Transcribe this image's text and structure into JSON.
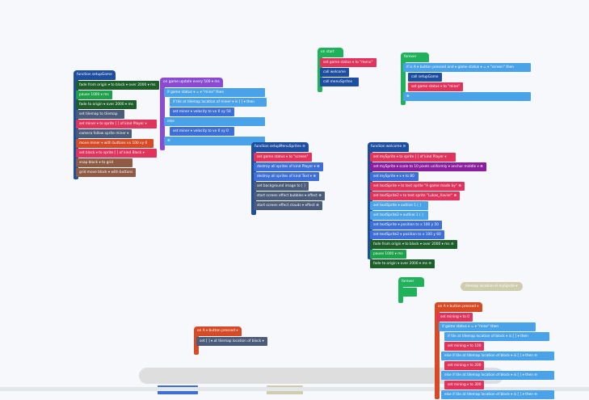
{
  "colors": {
    "function": "#1e4ea0",
    "event_green": "#1fb25a",
    "dark_green": "#1d5e2a",
    "green": "#1fa04a",
    "variables": "#e0345c",
    "scene": "#4b5b7a",
    "logic": "#4aa3e8",
    "loops_purple": "#8b4bd1",
    "controller": "#d64a25",
    "tiles": "#8e5c45",
    "sprites_blue": "#3e6fd6",
    "effects": "#8a1e9e",
    "reporter": "#cfcdae"
  },
  "stacks": [
    {
      "name": "function-setupgame",
      "rows": [
        {
          "text": "function setupGame",
          "color": "#1e4ea0"
        },
        {
          "text": "fade from origin ▾ to black ▾ over 2000 ▾ ms",
          "color": "#1d5e2a"
        },
        {
          "text": "pause 1000 ▾ ms",
          "color": "#1fa04a"
        },
        {
          "text": "fade to origin ▾ over 2000 ▾ ms",
          "color": "#1d5e2a"
        },
        {
          "text": "set tilemap to tilemap",
          "color": "#4b5b7a"
        },
        {
          "text": "set miner ▾ to sprite [ ] of kind Player ▾",
          "color": "#e0345c"
        },
        {
          "text": "camera follow sprite miner ▾",
          "color": "#4b5b7a"
        },
        {
          "text": "move miner ▾ with buttons vx 100 vy 0",
          "color": "#d64a25"
        },
        {
          "text": "set block ▾ to sprite [ ] of kind Block ▾",
          "color": "#e0345c"
        },
        {
          "text": "snap block ▾ to grid",
          "color": "#8e5c45"
        },
        {
          "text": "grid move block ▾ with buttons",
          "color": "#8e5c45"
        }
      ]
    },
    {
      "name": "on-game-update",
      "rows": [
        {
          "text": "on game update every 500 ▾ ms",
          "color": "#8b4bd1"
        },
        {
          "text": "if   game status ▾ = ▾ \"mine\"   then",
          "color": "#4aa3e8"
        },
        {
          "text": "if   tile at tilemap location of miner ▾ is [ ] ▾   then",
          "color": "#4aa3e8"
        },
        {
          "text": "set miner ▾ velocity to vx 0 vy 50",
          "color": "#3e6fd6"
        },
        {
          "text": "else",
          "color": "#4aa3e8"
        },
        {
          "text": "set miner ▾ velocity to vx 0 vy 0",
          "color": "#3e6fd6"
        },
        {
          "text": "⊕",
          "color": "#4aa3e8"
        }
      ]
    },
    {
      "name": "on-start",
      "rows": [
        {
          "text": "on start",
          "color": "#1fb25a"
        },
        {
          "text": "set game status ▾ to \"menu\"",
          "color": "#e0345c"
        },
        {
          "text": "call welcome",
          "color": "#1e4ea0"
        },
        {
          "text": "call menuSprites",
          "color": "#1e4ea0"
        }
      ]
    },
    {
      "name": "forever-1",
      "rows": [
        {
          "text": "forever",
          "color": "#1fb25a"
        },
        {
          "text": "if   is A ▾ button pressed   and ▾   game status ▾ = ▾ \"screen\"   then",
          "color": "#4aa3e8"
        },
        {
          "text": "call setupGame",
          "color": "#1e4ea0"
        },
        {
          "text": "set game status ▾ to \"mine\"",
          "color": "#e0345c"
        },
        {
          "text": "⊕",
          "color": "#4aa3e8"
        }
      ]
    },
    {
      "name": "function-setupmenusprites",
      "rows": [
        {
          "text": "function setupMenuSprites ⊖",
          "color": "#1e4ea0"
        },
        {
          "text": "set game status ▾ to \"screen\"",
          "color": "#e0345c"
        },
        {
          "text": "destroy all sprites of kind Player ▾ ⊕",
          "color": "#3e6fd6"
        },
        {
          "text": "destroy all sprites of kind Text ▾ ⊕",
          "color": "#3e6fd6"
        },
        {
          "text": "set background image to [ ]",
          "color": "#4b5b7a"
        },
        {
          "text": "start screen effect bubbles ▾ effect ⊕",
          "color": "#4b5b7a"
        },
        {
          "text": "start screen effect clouds ▾ effect ⊕",
          "color": "#4b5b7a"
        }
      ]
    },
    {
      "name": "function-welcome",
      "rows": [
        {
          "text": "function welcome ⊖",
          "color": "#1e4ea0"
        },
        {
          "text": "set mySprite ▾ to sprite [ ] of kind Player ▾",
          "color": "#e0345c"
        },
        {
          "text": "set mySprite ▾ scale to 10 pixels uniformly ▾ anchor middle ▾ ⊕",
          "color": "#8a1e9e"
        },
        {
          "text": "set mySprite ▾ x ▾ to 80",
          "color": "#3e6fd6"
        },
        {
          "text": "set textSprite ▾ to text sprite \"A game made by\" ⊕",
          "color": "#e0345c"
        },
        {
          "text": "set textSprite2 ▾ to text sprite \"Lukas_Xavier\" ⊕",
          "color": "#e0345c"
        },
        {
          "text": "set textSprite ▾ outline 1 ( )",
          "color": "#4aa3e8"
        },
        {
          "text": "set textSprite2 ▾ outline 1 ( )",
          "color": "#4aa3e8"
        },
        {
          "text": "set textSprite ▾ position to x 100 y 50",
          "color": "#3e6fd6"
        },
        {
          "text": "set textSprite2 ▾ position to x 100 y 60",
          "color": "#3e6fd6"
        },
        {
          "text": "fade from origin ▾ to black ▾ over 2000 ▾ ms ⊖",
          "color": "#1d5e2a"
        },
        {
          "text": "pause 1000 ▾ ms",
          "color": "#1fa04a"
        },
        {
          "text": "fade to origin ▾ over 2000 ▾ ms ⊖",
          "color": "#1d5e2a"
        }
      ]
    },
    {
      "name": "forever-2",
      "rows": [
        {
          "text": "forever",
          "color": "#1fb25a"
        },
        {
          "text": "",
          "color": "#1fb25a"
        }
      ]
    },
    {
      "name": "on-a-button-pressed-1",
      "rows": [
        {
          "text": "on A ▾ button pressed ▾",
          "color": "#d64a25"
        },
        {
          "text": "set [ ] ▾ at tilemap location of block ▾",
          "color": "#4b5b7a"
        }
      ]
    },
    {
      "name": "on-a-button-pressed-2",
      "rows": [
        {
          "text": "on A ▾ button pressed ▾",
          "color": "#d64a25"
        },
        {
          "text": "set mining ▾ to 0",
          "color": "#e0345c"
        },
        {
          "text": "if   game status ▾ = ▾ \"mine\"   then",
          "color": "#4aa3e8"
        },
        {
          "text": "if   tile at tilemap location of block ▾ is [ ] ▾   then",
          "color": "#4aa3e8"
        },
        {
          "text": "set mining ▾ to 100",
          "color": "#e0345c"
        },
        {
          "text": "else if   tile at tilemap location of block ▾ is [ ] ▾   then ⊖",
          "color": "#4aa3e8"
        },
        {
          "text": "set mining ▾ to 200",
          "color": "#e0345c"
        },
        {
          "text": "else if   tile at tilemap location of block ▾ is [ ] ▾   then ⊖",
          "color": "#4aa3e8"
        },
        {
          "text": "set mining ▾ to 300",
          "color": "#e0345c"
        },
        {
          "text": "else if   tile at tilemap location of block ▾ is [ ] ▾   then ⊖",
          "color": "#4aa3e8"
        }
      ]
    }
  ],
  "reporter": {
    "text": "tilemap location of mySprite ▾",
    "color": "#cfcdae"
  }
}
